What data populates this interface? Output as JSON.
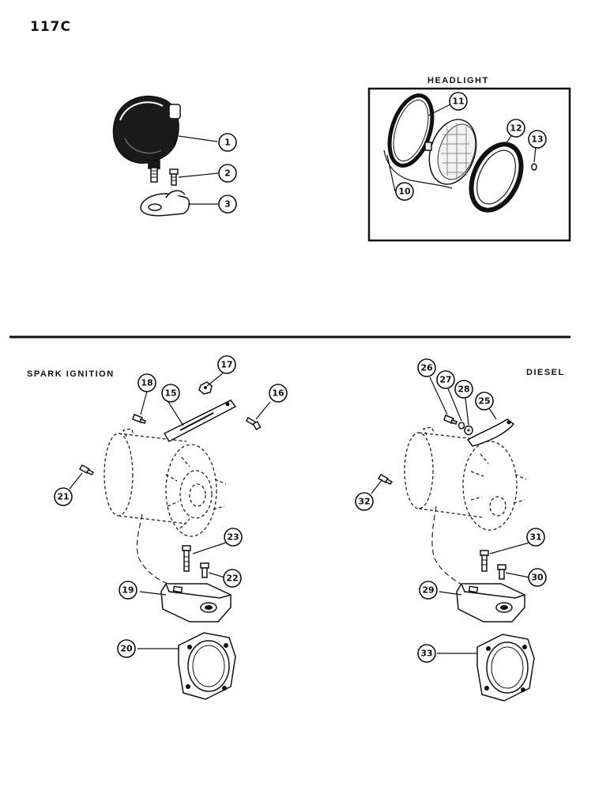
{
  "page_number": "117C",
  "headlight": {
    "title": "HEADLIGHT",
    "callouts": [
      "1",
      "2",
      "3"
    ],
    "inset_callouts": [
      "10",
      "11",
      "12",
      "13"
    ]
  },
  "spark_ignition": {
    "title": "SPARK IGNITION",
    "callouts": [
      "15",
      "16",
      "17",
      "18",
      "19",
      "20",
      "21",
      "22",
      "23"
    ]
  },
  "diesel": {
    "title": "DIESEL",
    "callouts": [
      "25",
      "26",
      "27",
      "28",
      "29",
      "30",
      "31",
      "32",
      "33"
    ]
  }
}
